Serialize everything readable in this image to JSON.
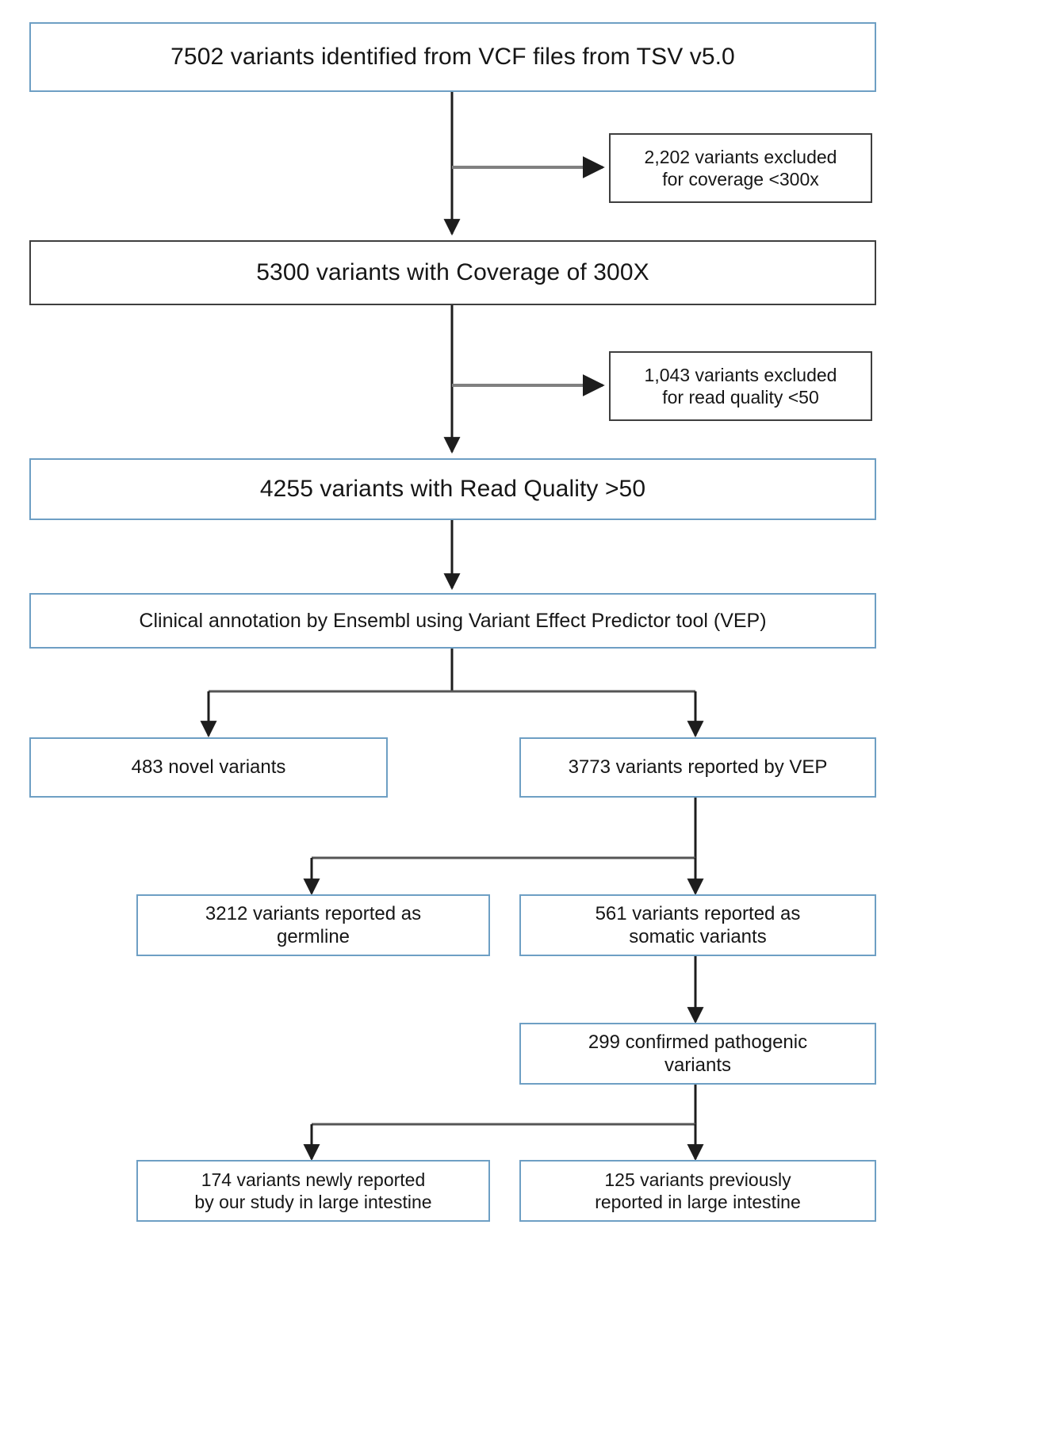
{
  "chart_data": {
    "type": "diagram",
    "title": "Variant filtering flowchart",
    "nodes": [
      {
        "id": "n1",
        "label": "7502 variants identified from VCF files from TSV v5.0",
        "kind": "main",
        "border": "#6E9FC4"
      },
      {
        "id": "x1",
        "label": "2,202  variants excluded\nfor coverage <300x",
        "kind": "excluded",
        "border": "#3f3f3f"
      },
      {
        "id": "n2",
        "label": "5300 variants with Coverage of 300X",
        "kind": "main",
        "border": "#3f3f3f"
      },
      {
        "id": "x2",
        "label": "1,043  variants excluded\nfor read quality <50",
        "kind": "excluded",
        "border": "#3f3f3f"
      },
      {
        "id": "n3",
        "label": "4255 variants with Read Quality >50",
        "kind": "main",
        "border": "#6E9FC4"
      },
      {
        "id": "n4",
        "label": "Clinical annotation by Ensembl using Variant Effect Predictor tool (VEP)",
        "kind": "main",
        "border": "#6E9FC4"
      },
      {
        "id": "n5",
        "label": "483 novel variants",
        "kind": "branch",
        "border": "#6E9FC4"
      },
      {
        "id": "n6",
        "label": "3773 variants reported  by VEP",
        "kind": "branch",
        "border": "#6E9FC4"
      },
      {
        "id": "n7",
        "label": "3212 variants reported  as\ngermline",
        "kind": "branch",
        "border": "#6E9FC4"
      },
      {
        "id": "n8",
        "label": "561 variants reported  as\nsomatic variants",
        "kind": "branch",
        "border": "#6E9FC4"
      },
      {
        "id": "n9",
        "label": "299 confirmed pathogenic\nvariants",
        "kind": "branch",
        "border": "#6E9FC4"
      },
      {
        "id": "n10",
        "label": "174 variants newly reported\nby our study in large intestine",
        "kind": "branch",
        "border": "#6E9FC4"
      },
      {
        "id": "n11",
        "label": "125 variants previously\nreported  in large intestine",
        "kind": "branch",
        "border": "#6E9FC4"
      }
    ],
    "edges": [
      {
        "from": "n1",
        "to": "x1",
        "style": "elbow-right"
      },
      {
        "from": "n1",
        "to": "n2",
        "style": "straight-down"
      },
      {
        "from": "n2",
        "to": "x2",
        "style": "elbow-right"
      },
      {
        "from": "n2",
        "to": "n3",
        "style": "straight-down"
      },
      {
        "from": "n3",
        "to": "n4",
        "style": "straight-down"
      },
      {
        "from": "n4",
        "to": "n5",
        "style": "elbow-split-left"
      },
      {
        "from": "n4",
        "to": "n6",
        "style": "elbow-split-right"
      },
      {
        "from": "n6",
        "to": "n7",
        "style": "elbow-split-left"
      },
      {
        "from": "n6",
        "to": "n8",
        "style": "straight-down"
      },
      {
        "from": "n8",
        "to": "n9",
        "style": "straight-down"
      },
      {
        "from": "n9",
        "to": "n10",
        "style": "elbow-split-left"
      },
      {
        "from": "n9",
        "to": "n11",
        "style": "straight-down"
      }
    ],
    "colors": {
      "box_border_blue": "#6E9FC4",
      "box_border_dark": "#3f3f3f",
      "connector_dark": "#262626",
      "connector_gray": "#808080",
      "background": "#ffffff",
      "text": "#161616"
    }
  },
  "boxes": {
    "n1": {
      "text": "7502 variants identified from VCF files from TSV v5.0"
    },
    "x1": {
      "text": "2,202  variants excluded\nfor coverage <300x"
    },
    "n2": {
      "text": "5300 variants with Coverage of 300X"
    },
    "x2": {
      "text": "1,043  variants excluded\nfor read quality <50"
    },
    "n3": {
      "text": "4255 variants with Read Quality >50"
    },
    "n4": {
      "text": "Clinical annotation by Ensembl using Variant Effect Predictor tool (VEP)"
    },
    "n5": {
      "text": "483 novel variants"
    },
    "n6": {
      "text": "3773 variants reported  by VEP"
    },
    "n7": {
      "text": "3212 variants reported  as\ngermline"
    },
    "n8": {
      "text": "561 variants reported  as\nsomatic variants"
    },
    "n9": {
      "text": "299 confirmed pathogenic\nvariants"
    },
    "n10": {
      "text": "174 variants newly reported\nby our study in large intestine"
    },
    "n11": {
      "text": "125 variants previously\nreported  in large intestine"
    }
  }
}
